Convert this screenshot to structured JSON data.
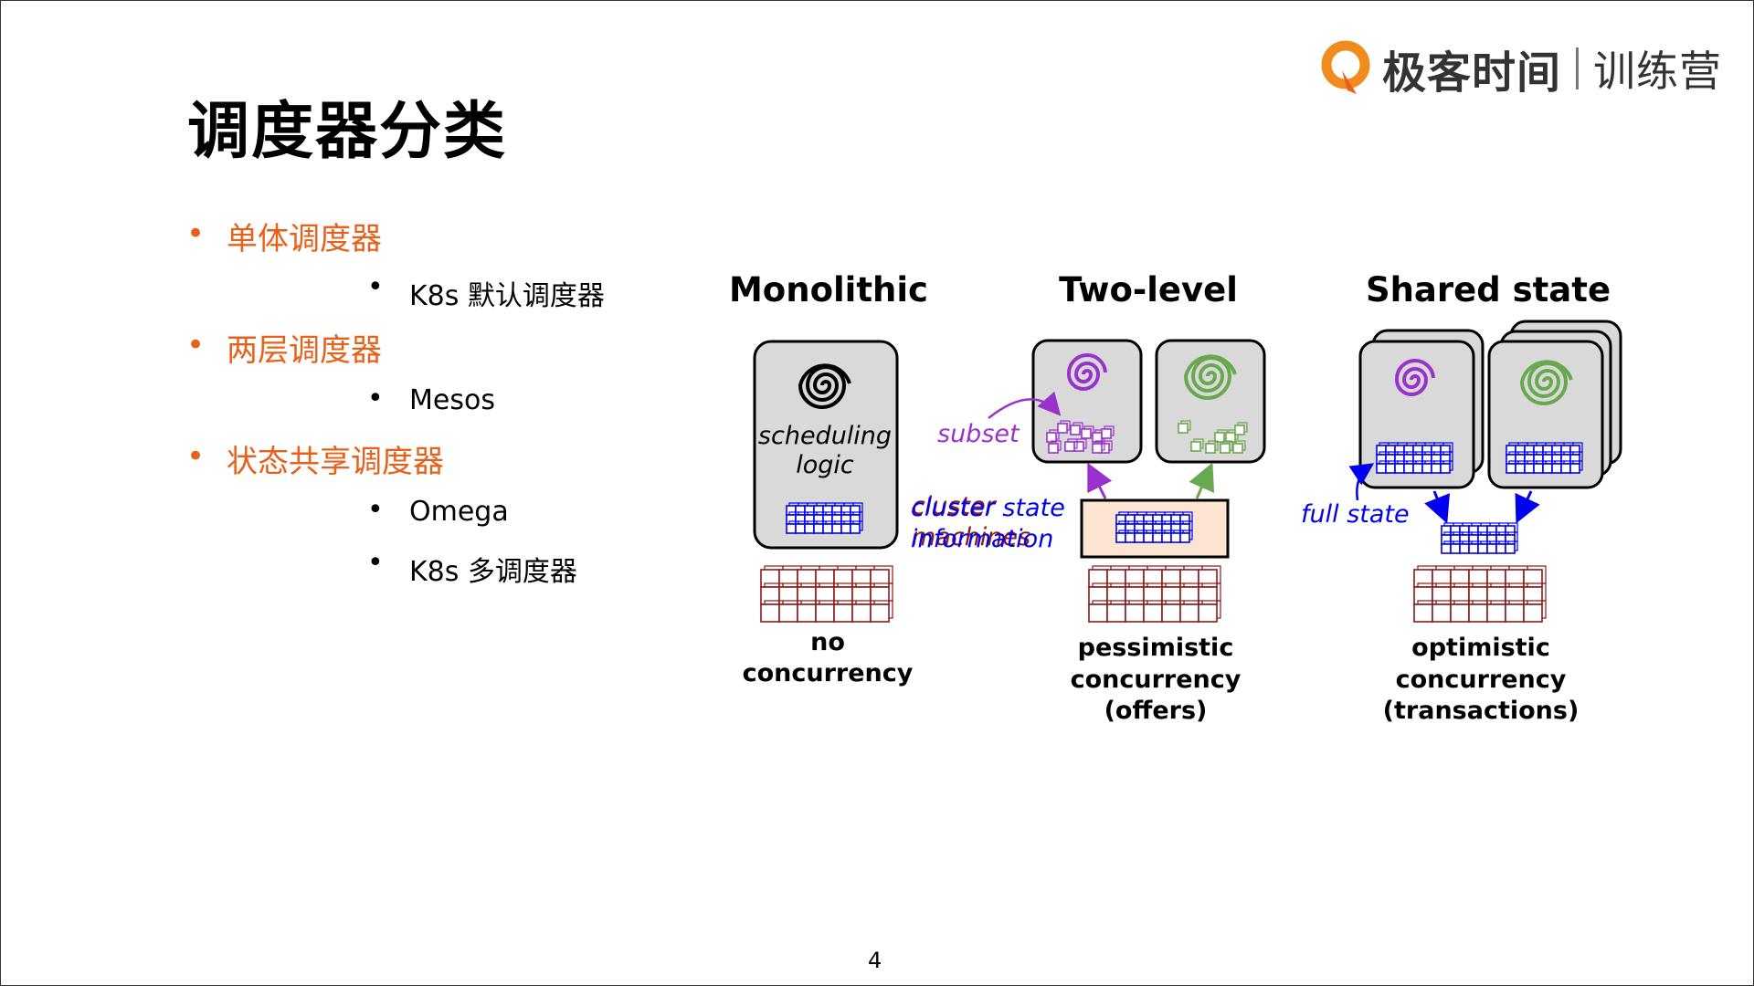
{
  "slide": {
    "title": "调度器分类",
    "page_number": "4"
  },
  "logo": {
    "icon": "geektime-logo-icon",
    "brand": "极客时间",
    "subtitle": "训练营"
  },
  "bullets": [
    {
      "text": "单体调度器",
      "children": [
        "K8s 默认调度器"
      ]
    },
    {
      "text": "两层调度器",
      "children": [
        "Mesos"
      ]
    },
    {
      "text": "状态共享调度器",
      "children": [
        "Omega",
        "K8s 多调度器"
      ]
    }
  ],
  "diagram": {
    "headers": {
      "monolithic": "Monolithic",
      "two_level": "Two-level",
      "shared_state": "Shared state"
    },
    "scheduling_logic": [
      "scheduling",
      "logic"
    ],
    "cluster_state_information": [
      "cluster state",
      "information"
    ],
    "cluster_machines": [
      "cluster",
      "machines"
    ],
    "subset": "subset",
    "full_state": "full state",
    "captions": {
      "monolithic": [
        "no",
        "concurrency"
      ],
      "two_level": [
        "pessimistic",
        "concurrency",
        "(offers)"
      ],
      "shared_state": [
        "optimistic",
        "concurrency",
        "(transactions)"
      ]
    },
    "colors": {
      "purple": "#9932cc",
      "green": "#6aa84f",
      "blue": "#0000ee",
      "maroon": "#8b1a1a",
      "box_gray": "#d9d9d9",
      "state_box": "#fbe5d0",
      "accent_orange": "#e8611a"
    }
  }
}
